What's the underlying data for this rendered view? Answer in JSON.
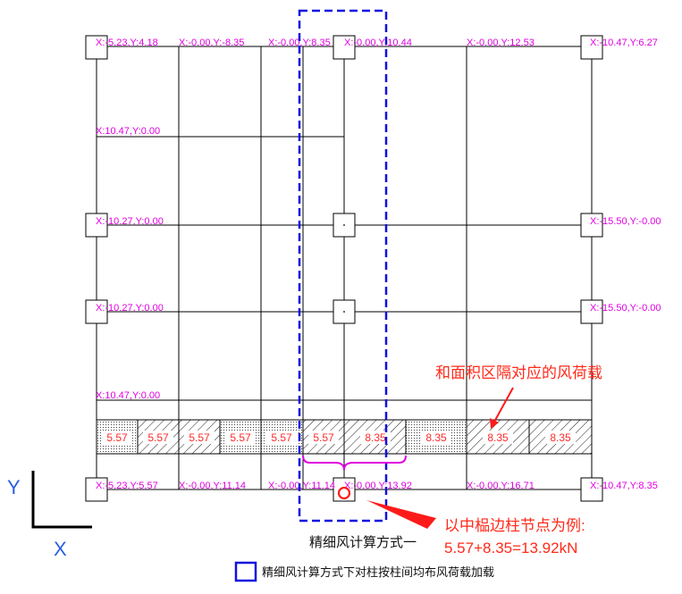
{
  "node_labels": {
    "top_left": "X:-5.23,Y:4.18",
    "top_2": "X:-0.00,Y:-8.35",
    "top_3": "X:-0.00,Y:8.35",
    "top_mid": "X:-0.00,Y:10.44",
    "top_5": "X:-0.00,Y:12.53",
    "top_right": "X:-10.47,Y:6.27",
    "left_r2": "X:10.47,Y:0.00",
    "left_r3": "X:-10.27,Y:0.00",
    "right_r3": "X:-15.50,Y:-0.00",
    "left_r4": "X:-10.27,Y:0.00",
    "right_r4": "X:-15.50,Y:-0.00",
    "left_r5": "X:10.47,Y:0.00",
    "bot_left": "X:-5.23,Y:5.57",
    "bot_2": "X:-0.00,Y:11.14",
    "bot_3": "X:-0.00,Y:11.14",
    "bot_mid": "X:-0.00,Y:13.92",
    "bot_5": "X:-0.00,Y:16.71",
    "bot_right": "X:-10.47,Y:8.35"
  },
  "strip_values": [
    "5.57",
    "5.57",
    "5.57",
    "5.57",
    "5.57",
    "5.57",
    "8.35",
    "8.35",
    "8.35",
    "8.35"
  ],
  "annotations": {
    "area_note": "和面积区隔对应的风荷载",
    "example_line1": "以中榀边柱节点为例:",
    "example_line2": "5.57+8.35=13.92kN"
  },
  "caption": "精细风计算方式一",
  "legend_text": "精细风计算方式下对柱按柱间均布风荷载加载",
  "axis": {
    "y": "Y",
    "x": "X"
  },
  "colors": {
    "grid": "#000000",
    "label": "#e000e0",
    "value": "#ff2a2a",
    "highlight": "#1010e0",
    "brace": "#e000e0",
    "axis_text": "#2a5fe0"
  }
}
